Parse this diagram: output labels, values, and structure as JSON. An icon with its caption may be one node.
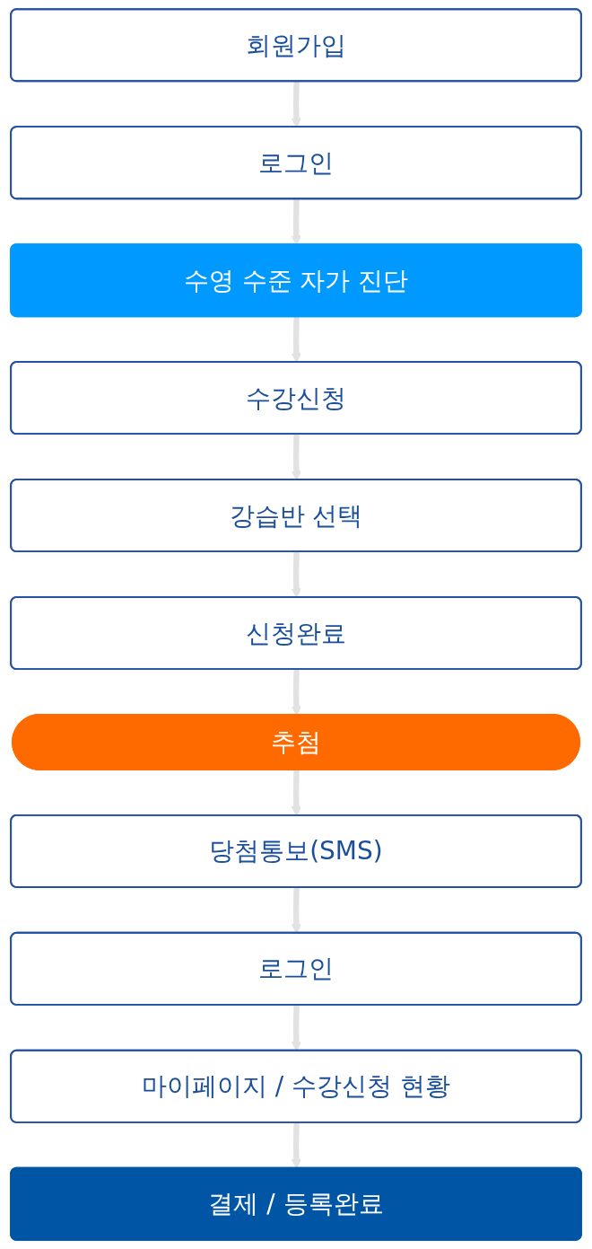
{
  "diagram": {
    "nodes": [
      {
        "text": [
          "회원가입"
        ]
      },
      {
        "text": [
          "로그인"
        ]
      },
      {
        "text": [
          "수영 수준 자가 진단"
        ]
      },
      {
        "text": [
          "수강신청"
        ]
      },
      {
        "text": [
          "강습반 선택"
        ]
      },
      {
        "text": [
          "신청완료"
        ]
      },
      {
        "text": [
          "추첨"
        ]
      },
      {
        "text": [
          "당첨통보(SMS)"
        ]
      },
      {
        "text": [
          "로그인"
        ]
      },
      {
        "text": [
          "마이페이지 / 수강신청 현황"
        ]
      },
      {
        "text": [
          "결제 / 등록완료"
        ]
      }
    ],
    "edges": [
      {
        "from": 0,
        "to": 1,
        "arrow": "to"
      },
      {
        "from": 1,
        "to": 2,
        "arrow": "to"
      },
      {
        "from": 2,
        "to": 3,
        "arrow": "to"
      },
      {
        "from": 3,
        "to": 4,
        "arrow": "to"
      },
      {
        "from": 4,
        "to": 5,
        "arrow": "to"
      },
      {
        "from": 5,
        "to": 6,
        "arrow": "to"
      },
      {
        "from": 6,
        "to": 7,
        "arrow": "to"
      },
      {
        "from": 7,
        "to": 8,
        "arrow": "to"
      },
      {
        "from": 8,
        "to": 9,
        "arrow": "to"
      },
      {
        "from": 9,
        "to": 10,
        "arrow": "to"
      }
    ]
  }
}
